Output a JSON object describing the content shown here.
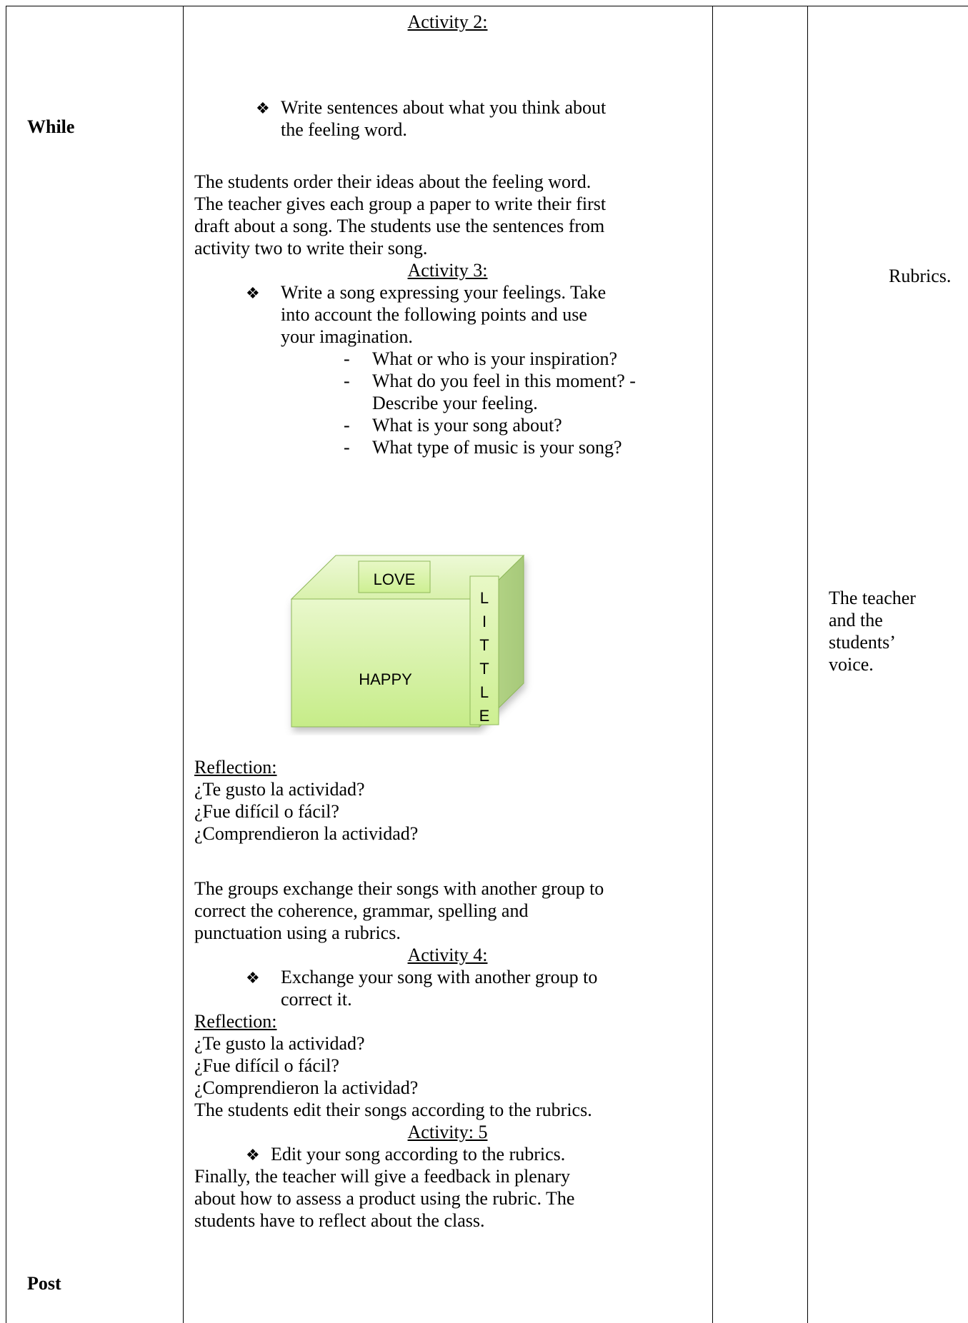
{
  "stages": {
    "while": "While",
    "post": "Post"
  },
  "activity2": {
    "heading": "Activity 2:",
    "bullet_line1": "Write sentences about what you think about",
    "bullet_line2": "the feeling word."
  },
  "para1": {
    "l1": "The students order their ideas about the feeling word.",
    "l2": "The teacher gives each group a paper to write their first",
    "l3": "draft about a song. The students use the sentences from",
    "l4": "activity two to write their song."
  },
  "activity3": {
    "heading": "Activity 3:",
    "bullet_line1": "Write a song expressing your feelings.  Take",
    "bullet_line2": "into account the following points and use",
    "bullet_line3": "your imagination.",
    "points": [
      "What or who is your inspiration?",
      "What do you feel in this moment? -",
      "Describe your feeling.",
      "What is your song about?",
      "What type of music is your song?"
    ]
  },
  "cube": {
    "top": "LOVE",
    "front": "HAPPY",
    "side": [
      "L",
      "I",
      "T",
      "T",
      "L",
      "E"
    ]
  },
  "reflection1": {
    "title": "Reflection:",
    "q1": "¿Te gusto la actividad?",
    "q2": "¿Fue difícil o fácil?",
    "q3": "¿Comprendieron la actividad?"
  },
  "para2": {
    "l1": "The groups exchange their songs with another group to",
    "l2": "correct the coherence, grammar, spelling and",
    "l3": "punctuation using a rubrics."
  },
  "activity4": {
    "heading": "Activity 4:",
    "bullet_line1": "Exchange your song with another group to",
    "bullet_line2": "correct it."
  },
  "reflection2": {
    "title": "Reflection:",
    "q1": "¿Te gusto la actividad?",
    "q2": "¿Fue difícil o fácil?",
    "q3": "¿Comprendieron la actividad?"
  },
  "para3": "The students edit their songs according to the rubrics.",
  "activity5": {
    "heading": "Activity: 5",
    "bullet_line1": "Edit your song according to the rubrics."
  },
  "para4": {
    "l1": "Finally, the teacher will give a feedback in plenary",
    "l2": "about how to assess a product using the rubric. The",
    "l3": "students have to reflect about the class."
  },
  "evaluation": {
    "rubrics": "Rubrics.",
    "voice": [
      "The teacher",
      "and the",
      "students’",
      "voice."
    ]
  }
}
